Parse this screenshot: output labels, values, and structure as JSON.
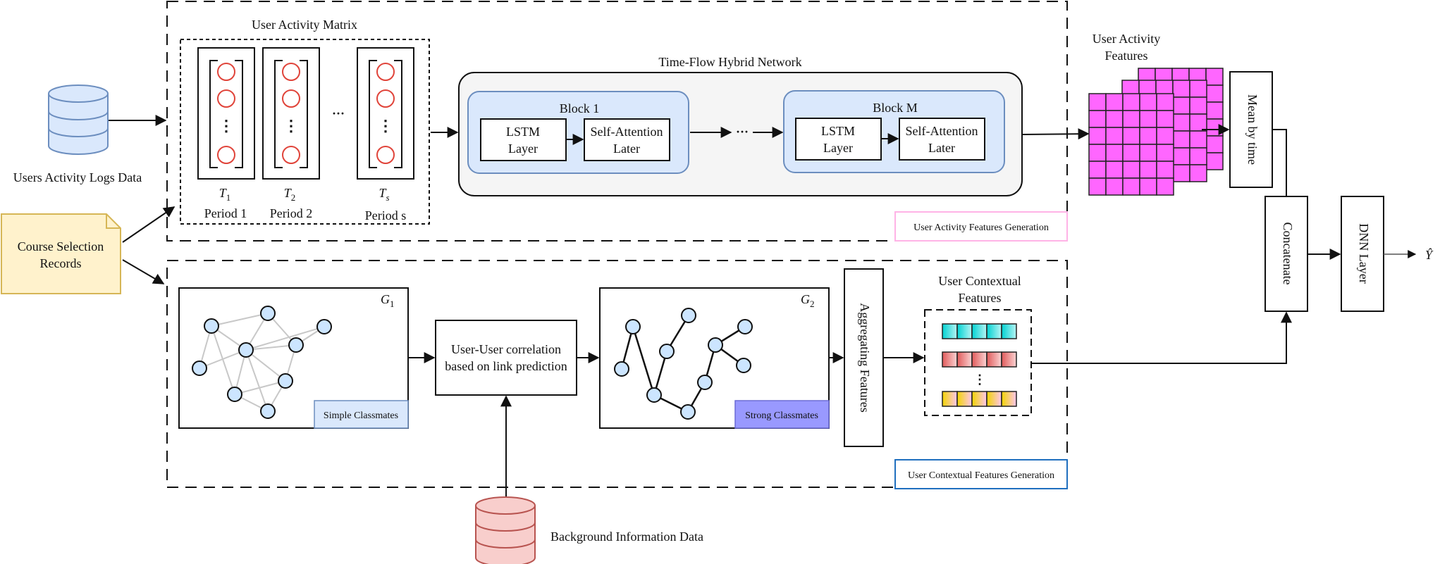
{
  "inputs": {
    "activity_logs_label": "Users Activity Logs Data",
    "course_selection_line1": "Course Selection",
    "course_selection_line2": "Records",
    "background_label": "Background Information Data"
  },
  "activity_module": {
    "matrix_title": "User Activity Matrix",
    "ellipsis": "···",
    "periods": [
      {
        "symbol": "T",
        "sub": "1",
        "label": "Period 1"
      },
      {
        "symbol": "T",
        "sub": "2",
        "label": "Period 2"
      },
      {
        "symbol": "T",
        "sub": "s",
        "label": "Period s"
      }
    ],
    "network_title": "Time-Flow Hybrid Network",
    "blocks": [
      {
        "title": "Block 1",
        "lstm_line1": "LSTM",
        "lstm_line2": "Layer",
        "attn_line1": "Self-Attention",
        "attn_line2": "Later"
      },
      {
        "title": "Block M",
        "lstm_line1": "LSTM",
        "lstm_line2": "Layer",
        "attn_line1": "Self-Attention",
        "attn_line2": "Later"
      }
    ],
    "block_ellipsis": "···",
    "tag": "User Activity Features Generation"
  },
  "activity_features": {
    "line1": "User Activity",
    "line2": "Features"
  },
  "contextual_module": {
    "g1_symbol": "G",
    "g1_sub": "1",
    "g1_tag": "Simple Classmates",
    "link_line1": "User-User correlation",
    "link_line2": "based on link prediction",
    "g2_symbol": "G",
    "g2_sub": "2",
    "g2_tag": "Strong Classmates",
    "aggregating": "Aggregating Features",
    "features_line1": "User Contextual",
    "features_line2": "Features",
    "features_ellipsis": "⋮",
    "tag": "User Contextual Features Generation"
  },
  "fusion": {
    "mean_by_time": "Mean by time",
    "concatenate": "Concatenate",
    "dnn_layer": "DNN Layer",
    "output_symbol": "Ŷ"
  },
  "colors": {
    "db_blue": "#dae8fc",
    "db_blue_stroke": "#6c8ebf",
    "db_red": "#f8cecc",
    "db_red_stroke": "#b85450",
    "note_fill": "#fff2cc",
    "note_stroke": "#d6b656",
    "block_fill": "#dae8fc",
    "network_fill": "#f5f5f5",
    "node_fill": "#cce5ff",
    "tile_magenta": "#ff66ff",
    "strong_tag": "#9999ff",
    "simple_tag": "#dae8fc",
    "activity_tag_stroke": "#ffb3e6",
    "contextual_tag_stroke": "#1f6fbf",
    "period_circle": "#e0443a"
  }
}
